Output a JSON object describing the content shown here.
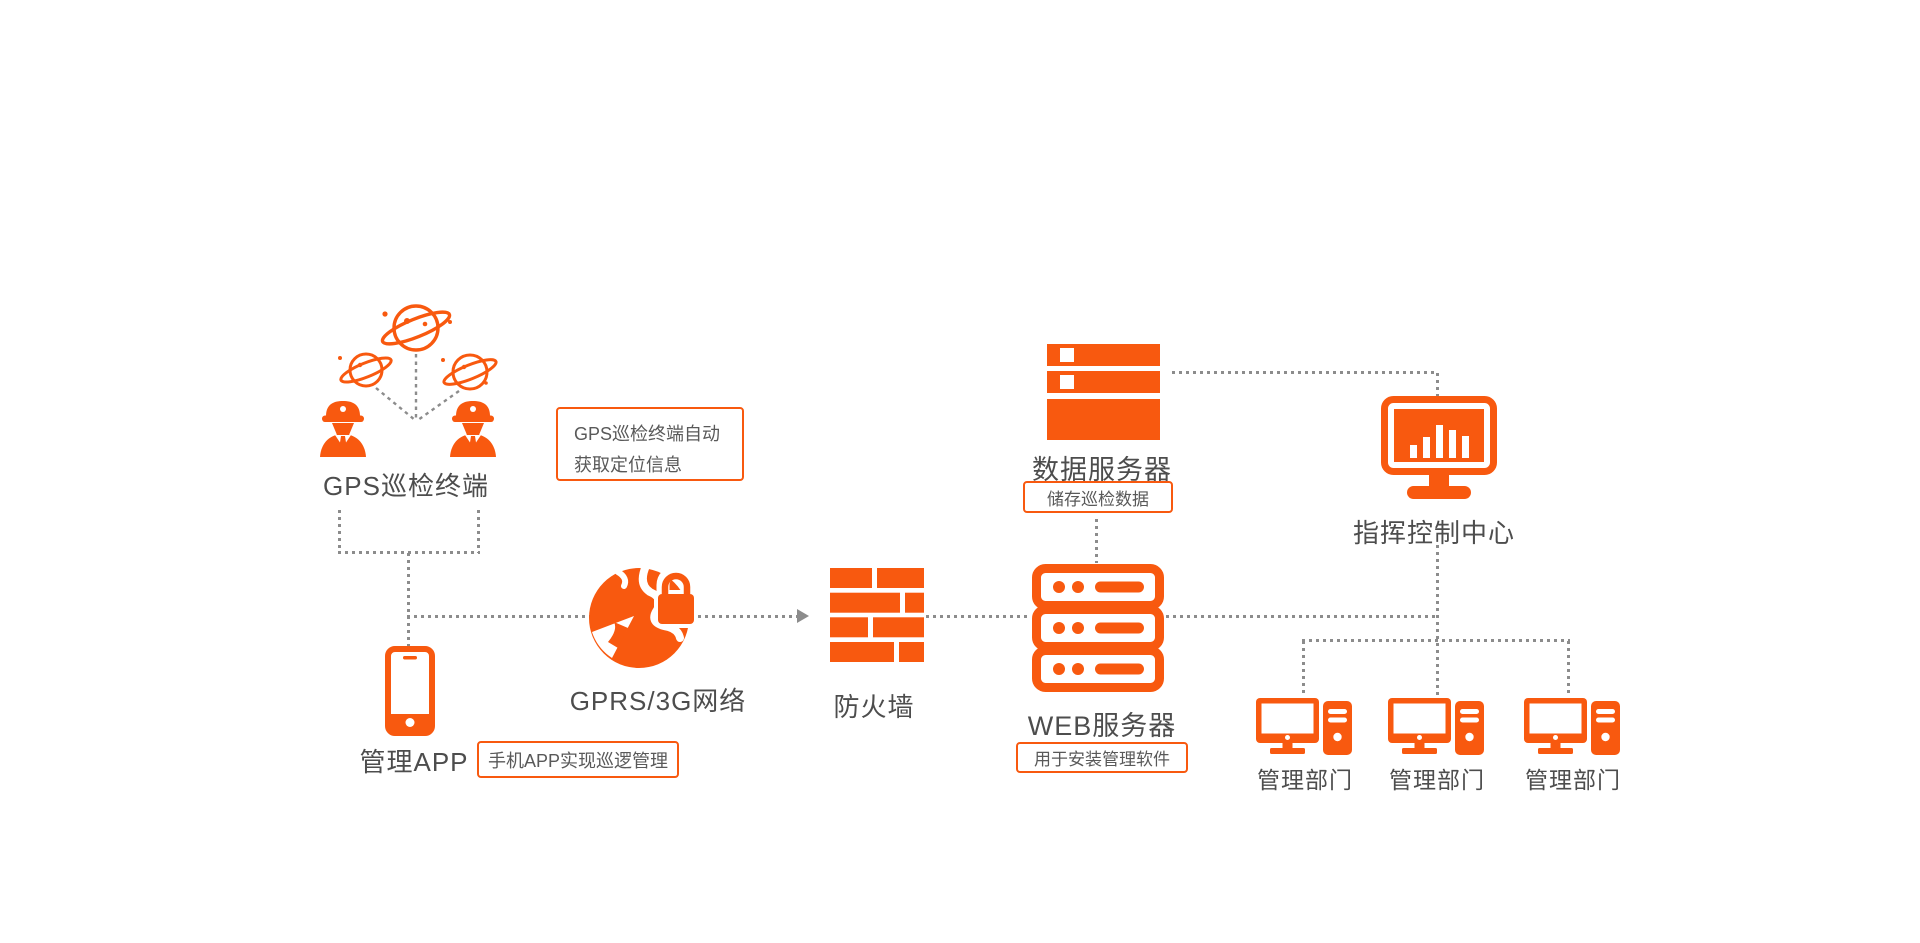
{
  "diagram": {
    "accent_color": "#f8590f",
    "line_color": "#8c8c8c",
    "text_color": "#4d4d4d",
    "nodes": {
      "gps_terminal": "GPS巡检终端",
      "management_app": "管理APP",
      "gprs_network": "GPRS/3G网络",
      "firewall": "防火墙",
      "web_server": "WEB服务器",
      "data_server": "数据服务器",
      "command_center": "指挥控制中心",
      "department_1": "管理部门",
      "department_2": "管理部门",
      "department_3": "管理部门"
    },
    "callouts": {
      "gps_auto": {
        "line1": "GPS巡检终端自动",
        "line2": "获取定位信息"
      },
      "app_note": "手机APP实现巡逻管理",
      "data_note": "储存巡检数据",
      "web_note": "用于安装管理软件"
    },
    "icons": {
      "satellite-icon": "outlined saturn planet with ring and dots",
      "police-officer-icon": "solid officer bust with peaked cap and badge",
      "smartphone-icon": "smartphone outline with home button",
      "globe-network-icon": "solid globe with continents",
      "lock-icon": "padlock overlapping globe",
      "firewall-icon": "brick wall grid",
      "web-server-icon": "outlined 3-tier server rack with dots and slots",
      "data-server-icon": "solid 3-bar server stack with white squares",
      "command-monitor-icon": "monitor with white bar chart on screen",
      "desktop-computer-icon": "monitor with white screen plus tower case",
      "arrow-right-icon": "gray right-pointing triangle on dotted line"
    }
  }
}
